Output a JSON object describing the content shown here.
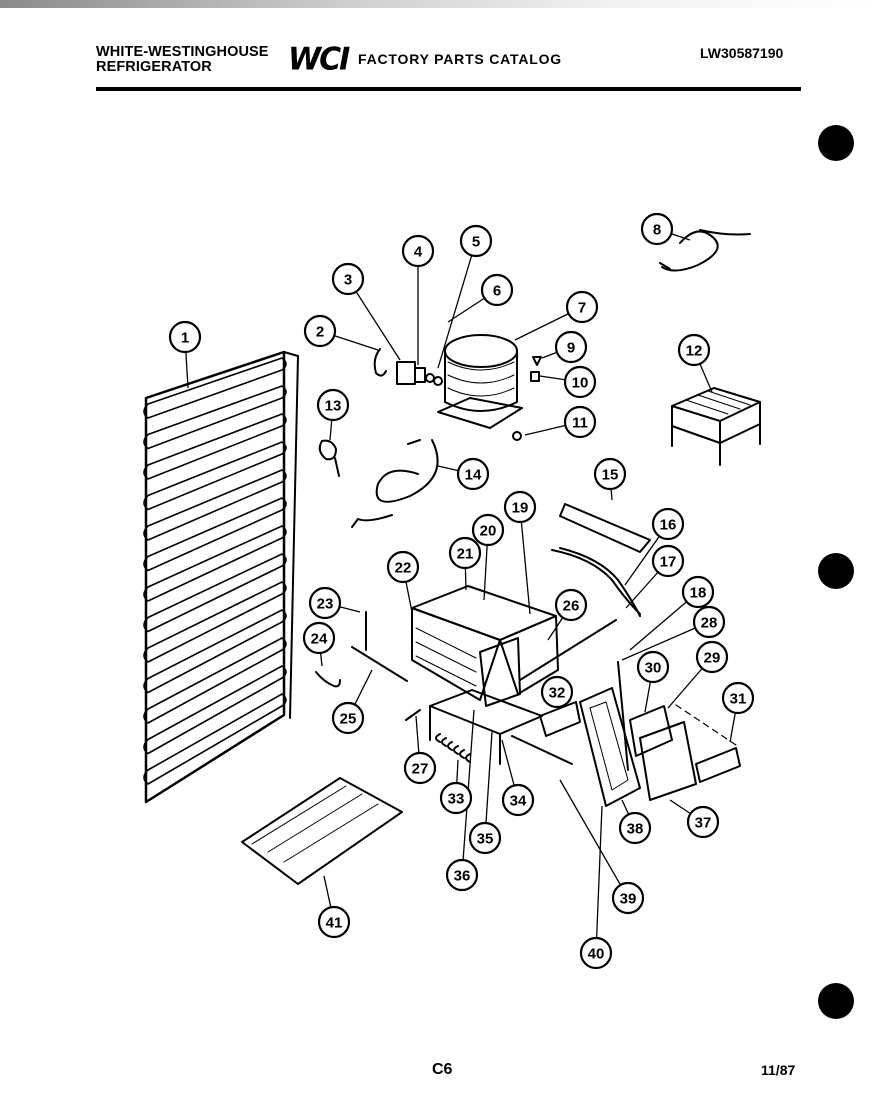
{
  "header": {
    "brand_line1": "WHITE-WESTINGHOUSE",
    "brand_line2": "REFRIGERATOR",
    "logo": "WCI",
    "catalog_title": "FACTORY PARTS CATALOG",
    "model_code": "LW30587190"
  },
  "diagram": {
    "callouts": [
      {
        "label": "1"
      },
      {
        "label": "2"
      },
      {
        "label": "3"
      },
      {
        "label": "4"
      },
      {
        "label": "5"
      },
      {
        "label": "6"
      },
      {
        "label": "7"
      },
      {
        "label": "8"
      },
      {
        "label": "9"
      },
      {
        "label": "10"
      },
      {
        "label": "11"
      },
      {
        "label": "12"
      },
      {
        "label": "13"
      },
      {
        "label": "14"
      },
      {
        "label": "15"
      },
      {
        "label": "16"
      },
      {
        "label": "17"
      },
      {
        "label": "18"
      },
      {
        "label": "19"
      },
      {
        "label": "20"
      },
      {
        "label": "21"
      },
      {
        "label": "22"
      },
      {
        "label": "23"
      },
      {
        "label": "24"
      },
      {
        "label": "25"
      },
      {
        "label": "26"
      },
      {
        "label": "27"
      },
      {
        "label": "28"
      },
      {
        "label": "29"
      },
      {
        "label": "30"
      },
      {
        "label": "31"
      },
      {
        "label": "32"
      },
      {
        "label": "33"
      },
      {
        "label": "34"
      },
      {
        "label": "35"
      },
      {
        "label": "36"
      },
      {
        "label": "37"
      },
      {
        "label": "38"
      },
      {
        "label": "39"
      },
      {
        "label": "40"
      },
      {
        "label": "41"
      }
    ]
  },
  "footer": {
    "page": "C6",
    "date": "11/87"
  }
}
